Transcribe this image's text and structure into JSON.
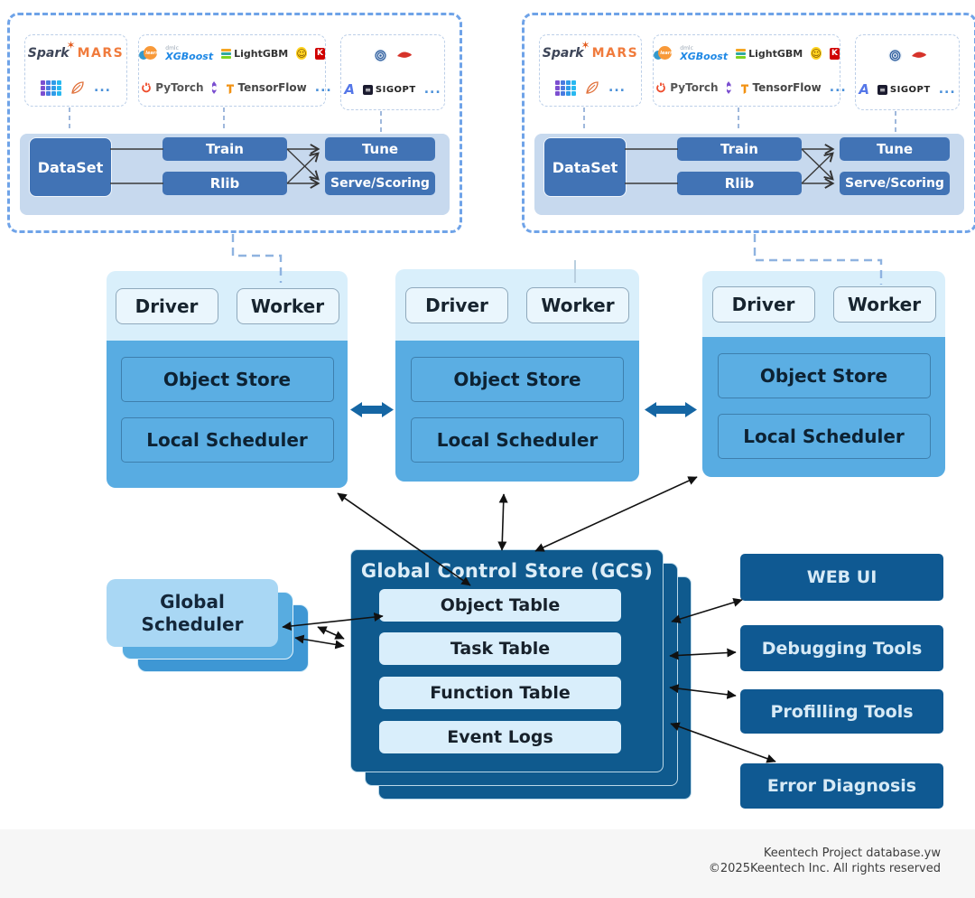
{
  "clusters": {
    "logos": {
      "spark": "Spark",
      "mars": "MARS",
      "dots": "...",
      "sklearn": "learn",
      "xgboost_sub": "dmlc",
      "xgboost": "XGBoost",
      "lightgbm": "LightGBM",
      "keras": "K",
      "pytorch": "PyTorch",
      "tensorflow": "TensorFlow",
      "ax": "A",
      "sigopt": "SIGOPT"
    },
    "pipeline": {
      "dataset": "DataSet",
      "train": "Train",
      "rlib": "Rlib",
      "tune": "Tune",
      "serve": "Serve/Scoring"
    }
  },
  "node": {
    "driver": "Driver",
    "worker": "Worker",
    "object_store": "Object Store",
    "local_scheduler": "Local Scheduler"
  },
  "global_scheduler": {
    "label": "Global Scheduler"
  },
  "gcs": {
    "title": "Global Control Store (GCS)",
    "rows": [
      "Object Table",
      "Task Table",
      "Function Table",
      "Event Logs"
    ]
  },
  "tools": {
    "web_ui": "WEB UI",
    "debugging": "Debugging Tools",
    "profilling": "Profilling Tools",
    "error": "Error Diagnosis"
  },
  "footer": {
    "line1": "Keentech Project database.yw",
    "line2": "©2025Keentech Inc. All rights reserved"
  },
  "colors": {
    "dashed_border": "#6FA3E8",
    "panel_blue": "#C7D9EE",
    "button_blue": "#4173B5",
    "node_light": "#D9EFFB",
    "node_blue": "#58ACE2",
    "gcs_dark_blue": "#0F5A8E",
    "tool_dark_blue": "#0F5992",
    "scheduler_light": "#A9D7F4",
    "row_light": "#D9EEFB",
    "thick_arrow_blue": "#1566A4"
  }
}
